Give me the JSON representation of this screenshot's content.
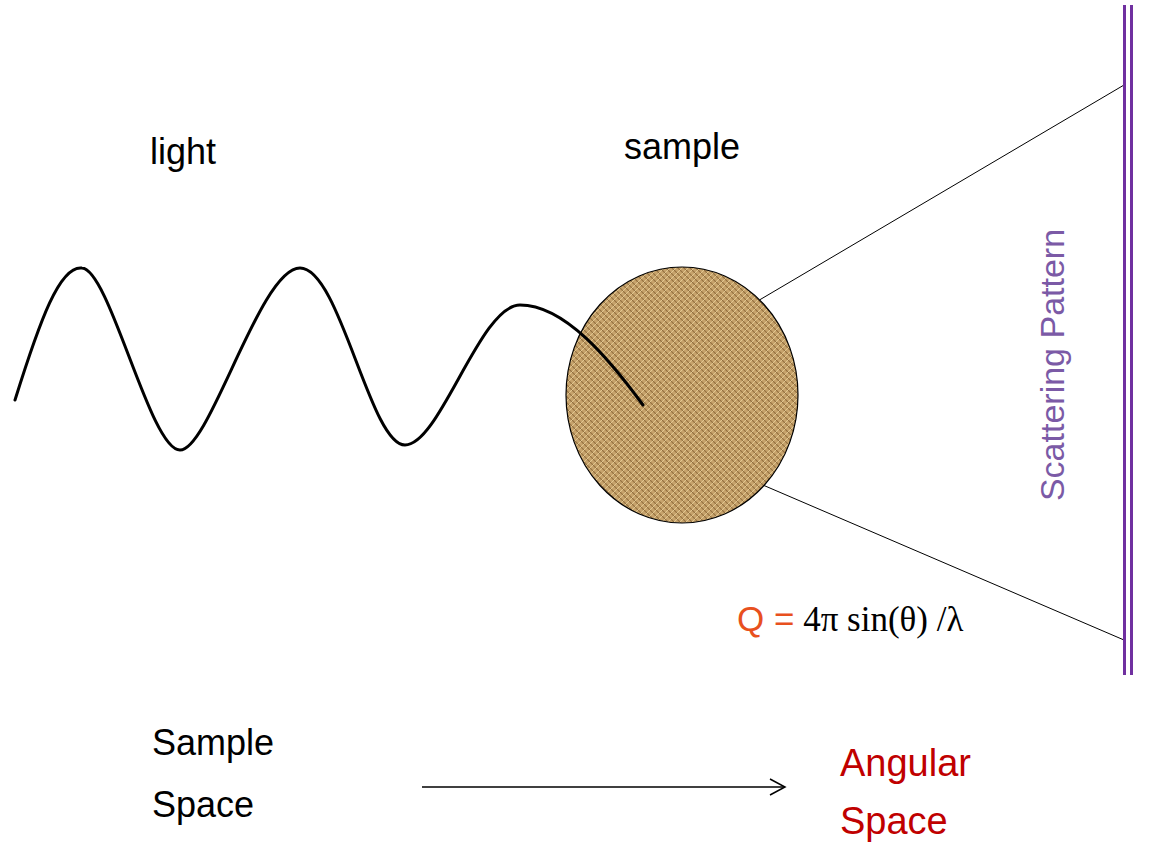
{
  "diagram": {
    "nodes": [
      {
        "text": [
          "sample"
        ]
      },
      {
        "text": [
          "Scattering Pattern"
        ]
      }
    ],
    "edges": [
      {
        "from": 0,
        "to": 1,
        "arrow": "none"
      },
      {
        "from": 0,
        "to": 1,
        "arrow": "none",
        "label": "Q = 4π sin(θ) /λ"
      }
    ],
    "labels": [
      "light",
      "Sample Space",
      "Angular Space"
    ]
  }
}
